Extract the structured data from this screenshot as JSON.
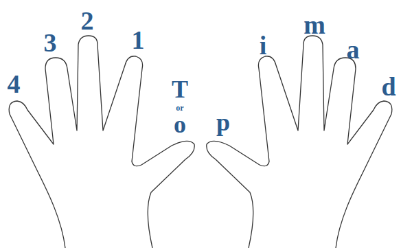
{
  "diagram": {
    "labels": [
      "4",
      "3",
      "2",
      "1",
      "T",
      "or",
      "o",
      "p",
      "i",
      "m",
      "a",
      "d"
    ]
  }
}
